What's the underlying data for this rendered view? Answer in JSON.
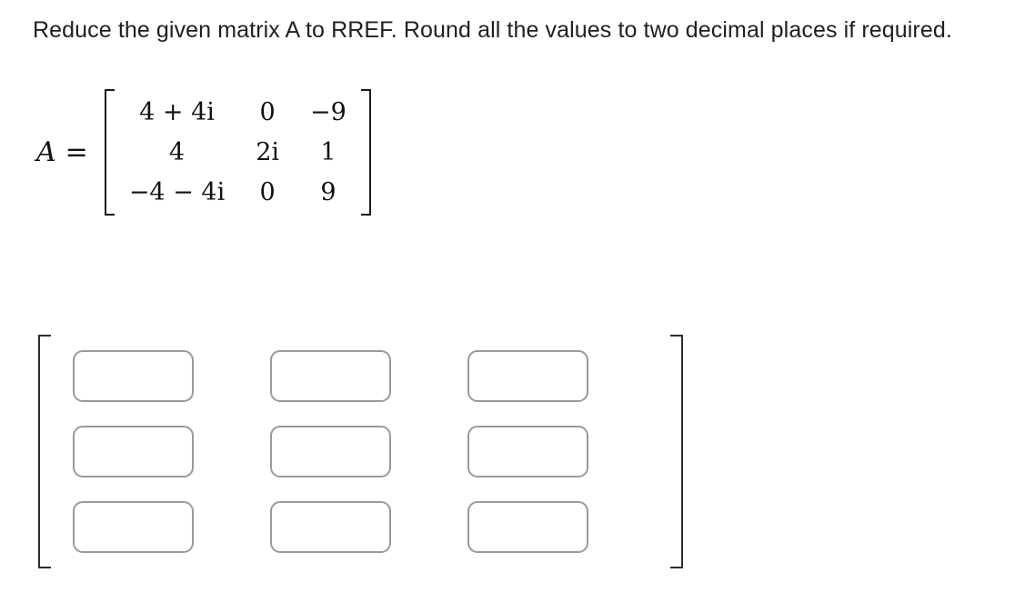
{
  "question": {
    "text": "Reduce the given matrix A to RREF. Round all the values to two decimal places if required."
  },
  "matrix": {
    "variable": "A",
    "equals": "=",
    "rows": [
      [
        "4 + 4i",
        "0",
        "−9"
      ],
      [
        "4",
        "2i",
        "1"
      ],
      [
        "−4 − 4i",
        "0",
        "9"
      ]
    ]
  },
  "answer": {
    "rows": 3,
    "cols": 3,
    "values": [
      [
        "",
        "",
        ""
      ],
      [
        "",
        "",
        ""
      ],
      [
        "",
        "",
        ""
      ]
    ]
  },
  "colors": {
    "text": "#1f1f1f",
    "matrix_bracket": "#1b1b1b",
    "answer_bracket": "#2e2e2e",
    "input_border": "#9a9a9a"
  }
}
